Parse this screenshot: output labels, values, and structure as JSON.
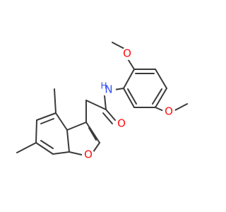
{
  "molecule": {
    "atoms": {
      "o_methoxy_top": {
        "label": "O",
        "color": "#ff0d0d"
      },
      "nh": {
        "label": "N",
        "h_label": "H",
        "color": "#3050f8"
      },
      "o_methoxy_right": {
        "label": "O",
        "color": "#ff0d0d"
      },
      "o_carbonyl": {
        "label": "O",
        "color": "#ff0d0d"
      },
      "o_furan": {
        "label": "O",
        "color": "#ff0d0d"
      }
    },
    "bond_color": "#3a3a3a"
  }
}
